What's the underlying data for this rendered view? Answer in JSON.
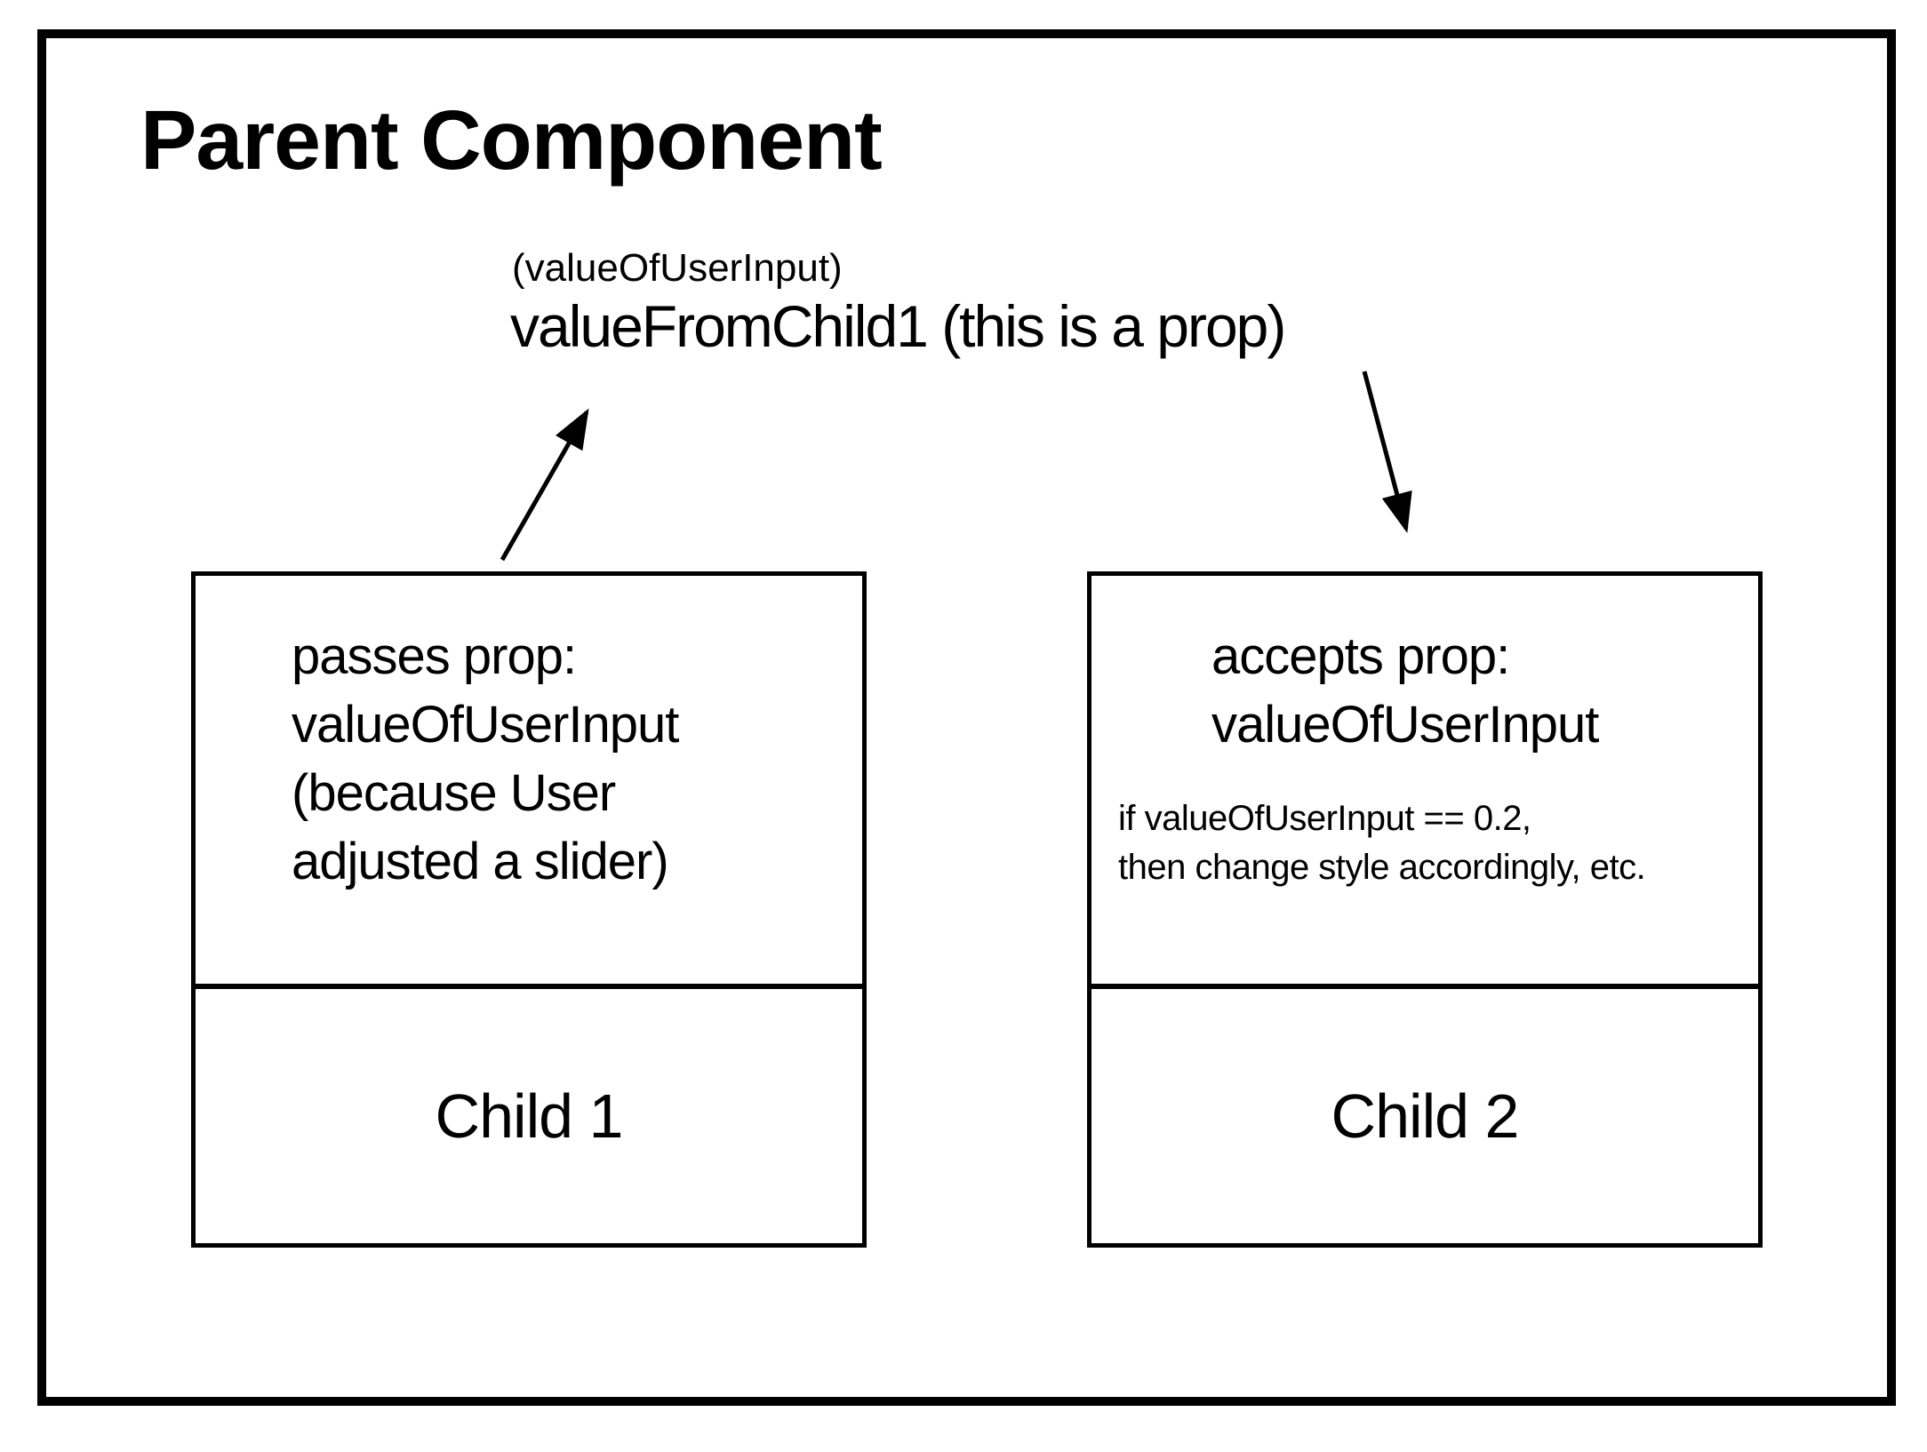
{
  "title": "Parent Component",
  "prop_annotation": {
    "small": "(valueOfUserInput)",
    "large": "valueFromChild1 (this is a prop)"
  },
  "child1": {
    "body_lines": [
      "passes prop:",
      "valueOfUserInput",
      "(because User",
      "adjusted a slider)"
    ],
    "label": "Child 1"
  },
  "child2": {
    "body_lines": [
      "accepts prop:",
      "valueOfUserInput"
    ],
    "note_lines": [
      "if valueOfUserInput == 0.2,",
      "then change style accordingly, etc."
    ],
    "label": "Child 2"
  },
  "colors": {
    "ink": "#000000",
    "background": "#ffffff"
  }
}
